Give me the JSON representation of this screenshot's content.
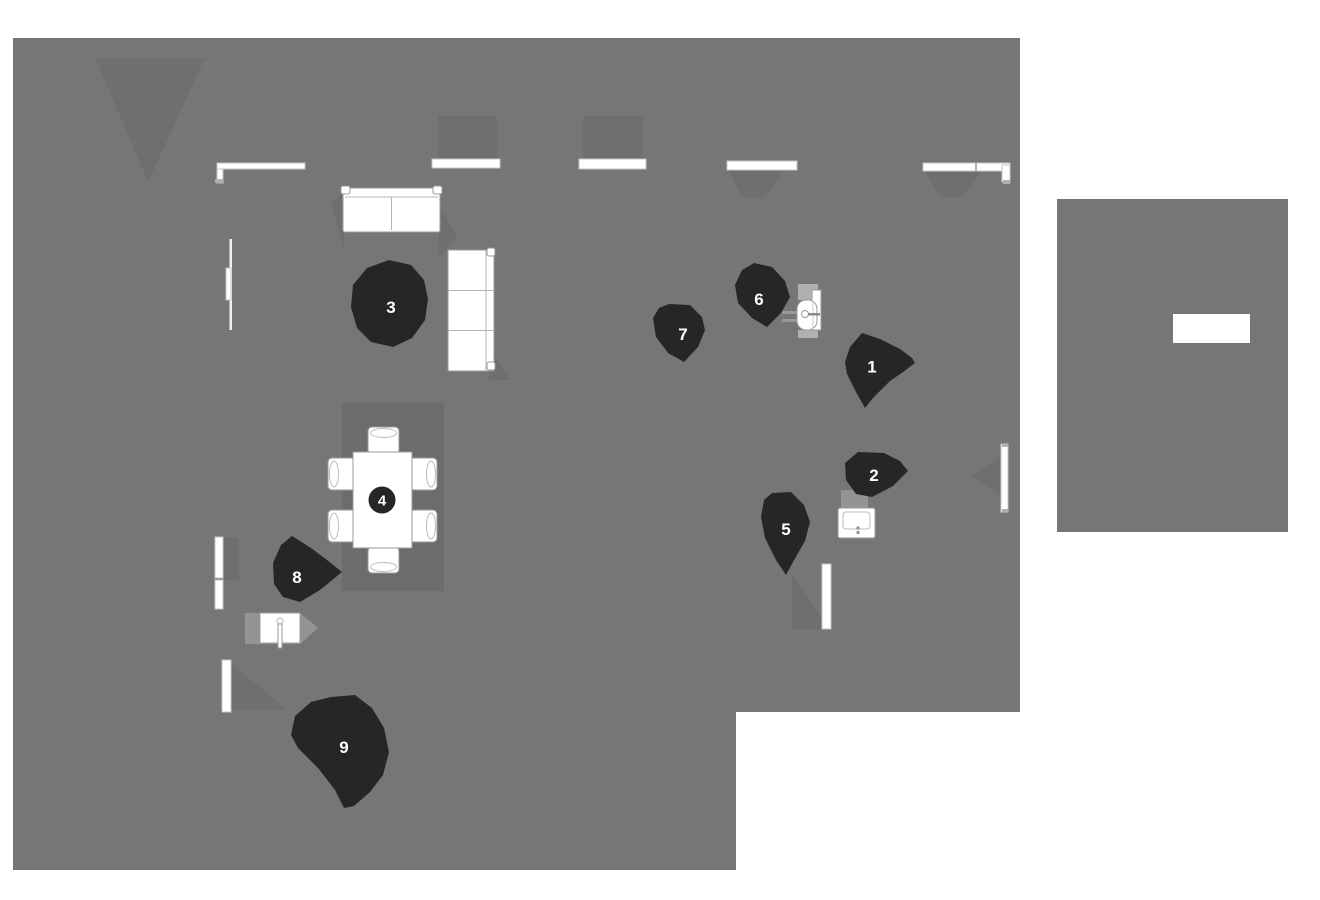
{
  "scene": {
    "background_color": "#ffffff",
    "floor_color": "#767676",
    "marker_color": "#262626",
    "marker_text_color": "#ffffff",
    "furniture_color": "#ffffff",
    "shadow_color": "#6f6f6f"
  },
  "markers": [
    {
      "label": "1"
    },
    {
      "label": "2"
    },
    {
      "label": "3"
    },
    {
      "label": "4"
    },
    {
      "label": "5"
    },
    {
      "label": "6"
    },
    {
      "label": "7"
    },
    {
      "label": "8"
    },
    {
      "label": "9"
    }
  ]
}
